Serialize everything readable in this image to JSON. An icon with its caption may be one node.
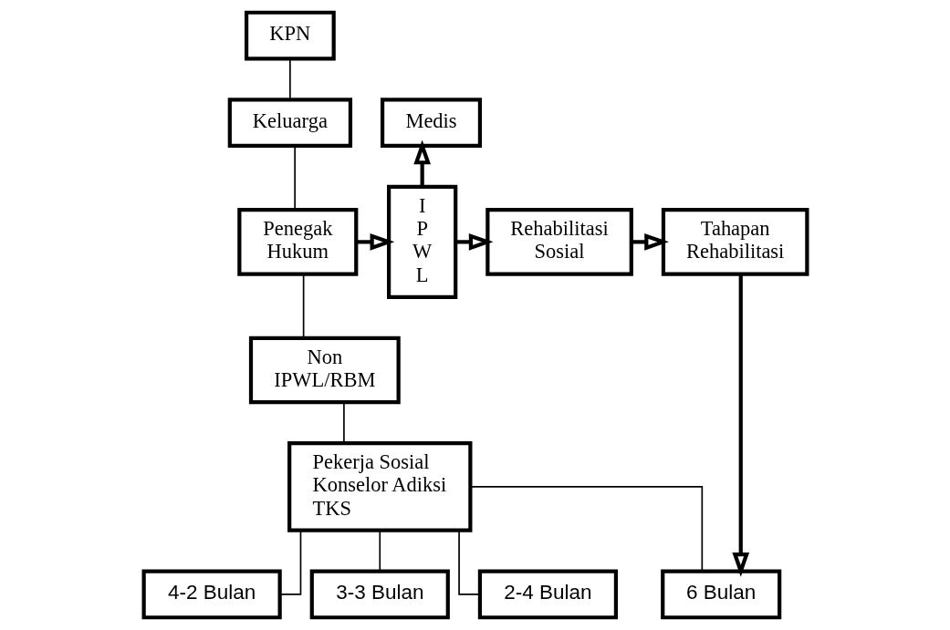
{
  "diagram": {
    "nodes": [
      {
        "text": [
          "KPN"
        ]
      },
      {
        "text": [
          "Keluarga"
        ]
      },
      {
        "text": [
          "Penegak Hukum"
        ]
      },
      {
        "text": [
          "Non IPWL/RBM"
        ]
      },
      {
        "text": [
          "I P W L"
        ]
      },
      {
        "text": [
          "Medis"
        ]
      },
      {
        "text": [
          "Rehabilitasi Sosial"
        ]
      },
      {
        "text": [
          "Tahapan Rehabilitasi"
        ]
      },
      {
        "text": [
          "6 Bulan"
        ]
      },
      {
        "text": [
          "4-2 Bulan"
        ]
      },
      {
        "text": [
          "3-3 Bulan"
        ]
      },
      {
        "text": [
          "2-4 Bulan"
        ]
      },
      {
        "text": [
          "Pekerja Sosial",
          "Konselor Adiksi",
          "TKS"
        ]
      }
    ],
    "edges": [
      {
        "from": 0,
        "to": 1,
        "arrow": "none"
      },
      {
        "from": 1,
        "to": 2,
        "arrow": "none"
      },
      {
        "from": 2,
        "to": 3,
        "arrow": "none"
      },
      {
        "from": 2,
        "to": 4,
        "arrow": "to",
        "style": "thick"
      },
      {
        "from": 4,
        "to": 5,
        "arrow": "to",
        "style": "thick"
      },
      {
        "from": 4,
        "to": 6,
        "arrow": "to",
        "style": "thick"
      },
      {
        "from": 6,
        "to": 7,
        "arrow": "to",
        "style": "thick"
      },
      {
        "from": 7,
        "to": 8,
        "arrow": "to",
        "style": "thick"
      },
      {
        "from": 3,
        "to": 12,
        "arrow": "none"
      },
      {
        "from": 12,
        "to": 8,
        "arrow": "none"
      },
      {
        "from": 12,
        "to": 9,
        "arrow": "none"
      },
      {
        "from": 12,
        "to": 10,
        "arrow": "none"
      },
      {
        "from": 12,
        "to": 11,
        "arrow": "none"
      }
    ]
  }
}
